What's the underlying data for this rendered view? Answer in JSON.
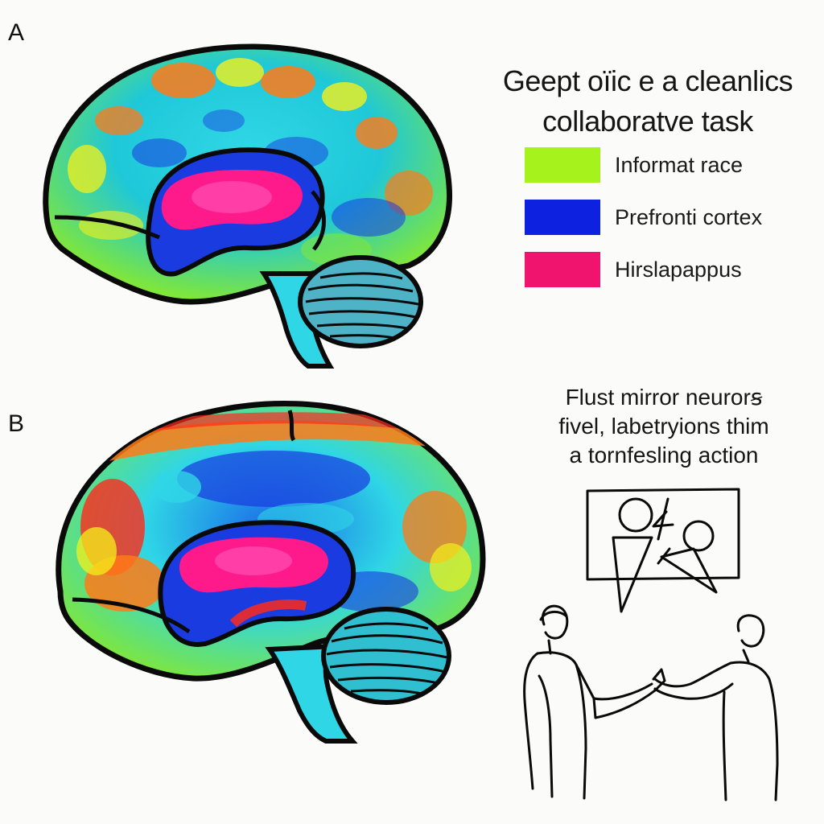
{
  "panels": {
    "a_label": "A",
    "b_label": "B"
  },
  "legend": {
    "title_line1": "Geept oïic e a cleanlics",
    "title_line2": "collaboratve task",
    "items": [
      {
        "label": "Informat race",
        "color": "#a6f21c"
      },
      {
        "label": "Prefronti cortex",
        "color": "#0d22e0"
      },
      {
        "label": "Hirslapappus",
        "color": "#f0146f"
      }
    ]
  },
  "caption": {
    "line1": "Flust mirror neurorꞩ",
    "line2": "fivel, labetryions thim",
    "line3": "a tornfesling action"
  },
  "colors": {
    "cortex_cyan": "#2fd6e6",
    "cortex_blue": "#1a3be0",
    "hot_orange": "#ff7a18",
    "hot_red": "#ff2a1a",
    "hot_yellow": "#f4f01a",
    "cortex_green": "#7fe63a",
    "magenta": "#ff1a8c",
    "outline": "#0a0a0a"
  }
}
